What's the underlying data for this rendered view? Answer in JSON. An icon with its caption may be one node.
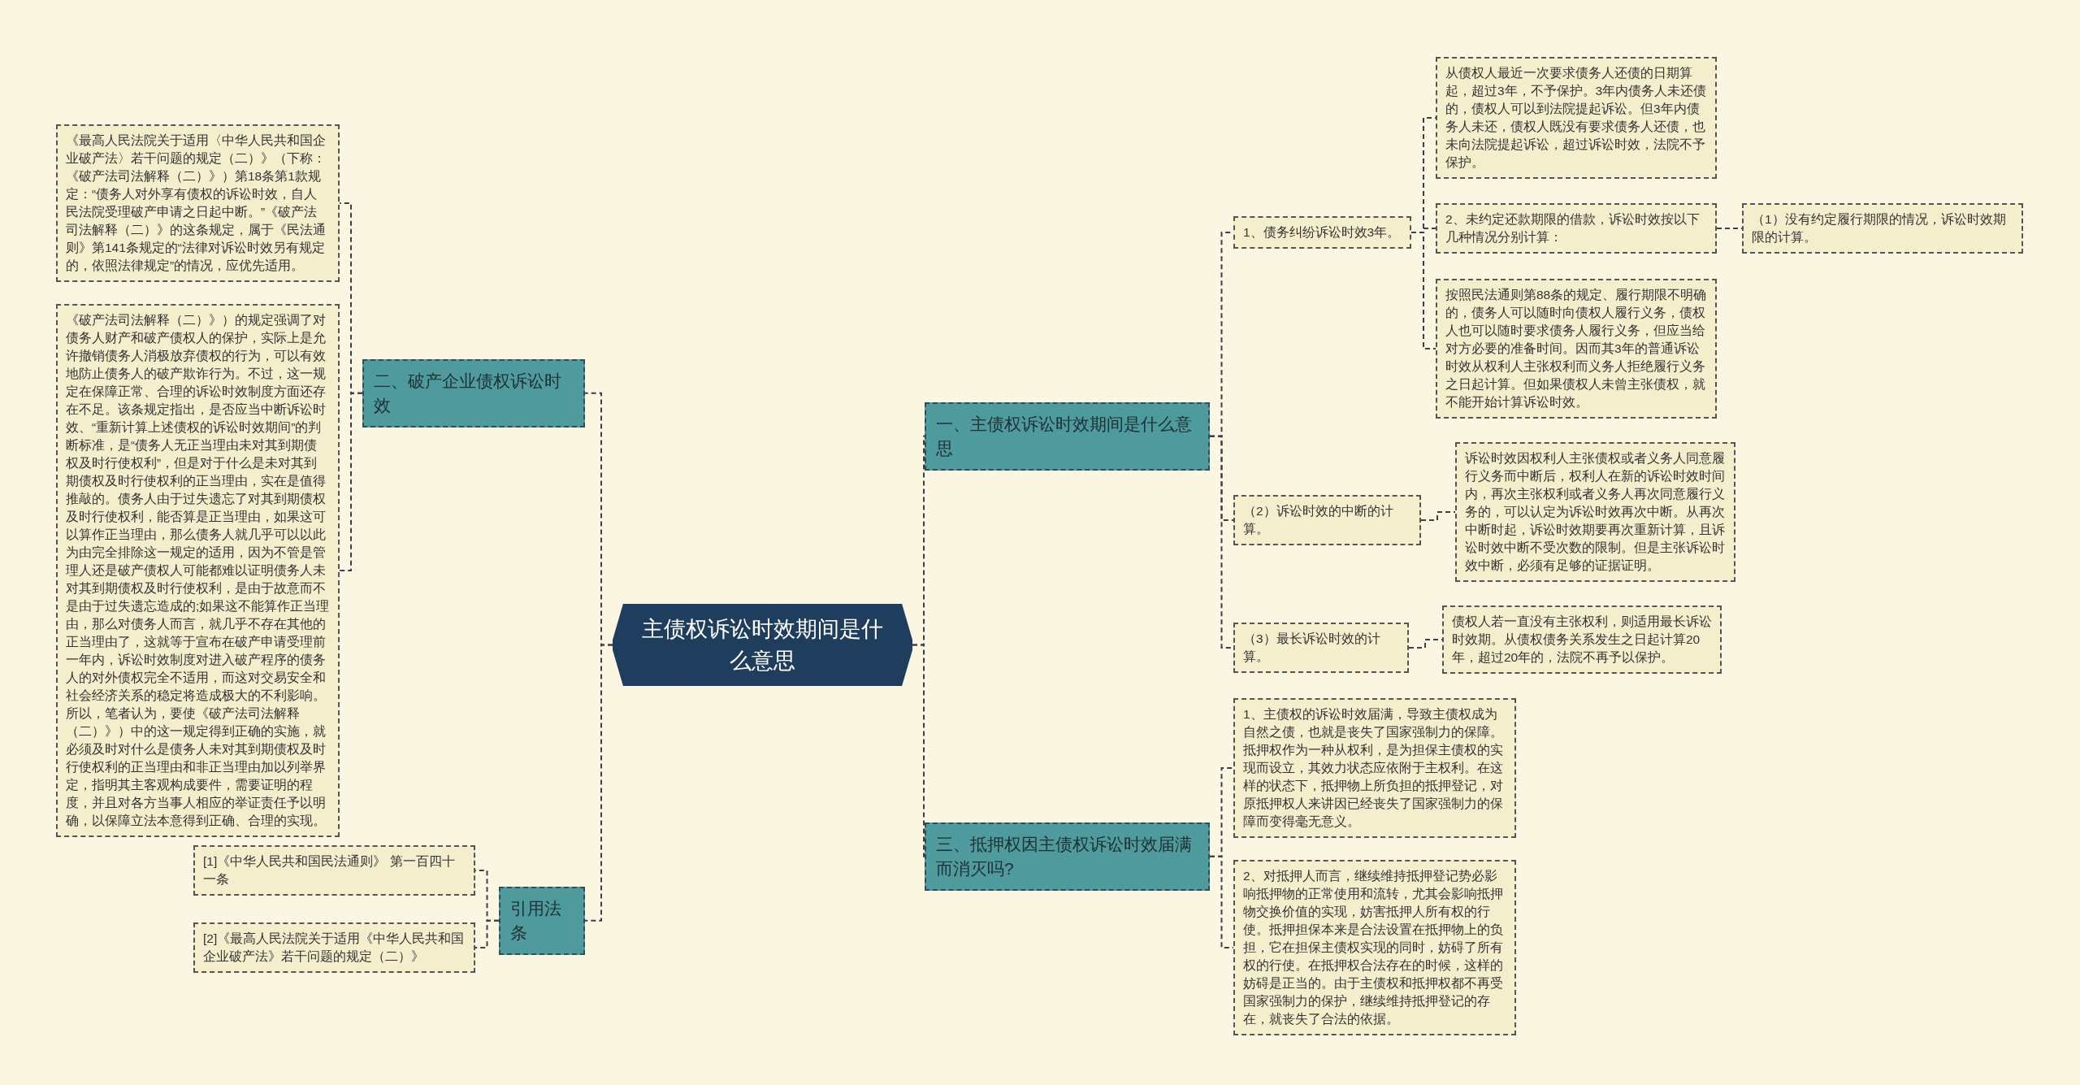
{
  "diagram": {
    "nodes": [
      {
        "text": [
          "主债权诉讼时效期间是什么意思"
        ]
      },
      {
        "text": [
          "一、主债权诉讼时效期间是什么意思"
        ]
      },
      {
        "text": [
          "1、债务纠纷诉讼时效3年。"
        ]
      },
      {
        "text": [
          "从债权人最近一次要求债务人还债的日期算起，超过3年，不予保护。3年内债务人未还债的，债权人可以到法院提起诉讼。但3年内债务人未还，债权人既没有要求债务人还债，也未向法院提起诉讼，超过诉讼时效，法院不予保护。"
        ]
      },
      {
        "text": [
          "2、未约定还款期限的借款，诉讼时效按以下几种情况分别计算："
        ]
      },
      {
        "text": [
          "（1）没有约定履行期限的情况，诉讼时效期限的计算。"
        ]
      },
      {
        "text": [
          "按照民法通则第88条的规定、履行期限不明确的，债务人可以随时向债权人履行义务，债权人也可以随时要求债务人履行义务，但应当给对方必要的准备时间。因而其3年的普通诉讼时效从权利人主张权利而义务人拒绝履行义务之日起计算。但如果债权人未曾主张债权，就不能开始计算诉讼时效。"
        ]
      },
      {
        "text": [
          "（2）诉讼时效的中断的计算。"
        ]
      },
      {
        "text": [
          "诉讼时效因权利人主张债权或者义务人同意履行义务而中断后，权利人在新的诉讼时效时间内，再次主张权利或者义务人再次同意履行义务的，可以认定为诉讼时效再次中断。从再次中断时起，诉讼时效期要再次重新计算，且诉讼时效中断不受次数的限制。但是主张诉讼时效中断，必须有足够的证据证明。"
        ]
      },
      {
        "text": [
          "（3）最长诉讼时效的计算。"
        ]
      },
      {
        "text": [
          "债权人若一直没有主张权利，则适用最长诉讼时效期。从债权债务关系发生之日起计算20年，超过20年的，法院不再予以保护。"
        ]
      },
      {
        "text": [
          "三、抵押权因主债权诉讼时效届满而消灭吗?"
        ]
      },
      {
        "text": [
          "1、主债权的诉讼时效届满，导致主债权成为自然之债，也就是丧失了国家强制力的保障。抵押权作为一种从权利，是为担保主债权的实现而设立，其效力状态应依附于主权利。在这样的状态下，抵押物上所负担的抵押登记，对原抵押权人来讲因已经丧失了国家强制力的保障而变得毫无意义。"
        ]
      },
      {
        "text": [
          "2、对抵押人而言，继续维持抵押登记势必影响抵押物的正常使用和流转，尤其会影响抵押物交换价值的实现，妨害抵押人所有权的行使。抵押担保本来是合法设置在抵押物上的负担，它在担保主债权实现的同时，妨碍了所有权的行使。在抵押权合法存在的时候，这样的妨碍是正当的。由于主债权和抵押权都不再受国家强制力的保护，继续维持抵押登记的存在，就丧失了合法的依据。"
        ]
      },
      {
        "text": [
          "二、破产企业债权诉讼时效"
        ]
      },
      {
        "text": [
          "《最高人民法院关于适用〈中华人民共和国企业破产法〉若干问题的规定（二）》（下称：《破产法司法解释（二）》）第18条第1款规定：“债务人对外享有债权的诉讼时效，自人民法院受理破产申请之日起中断。”《破产法司法解释（二）》的这条规定，属于《民法通则》第141条规定的“法律对诉讼时效另有规定的，依照法律规定”的情况，应优先适用。"
        ]
      },
      {
        "text": [
          "《破产法司法解释（二）》）的规定强调了对债务人财产和破产债权人的保护，实际上是允许撤销债务人消极放弃债权的行为，可以有效地防止债务人的破产欺诈行为。不过，这一规定在保障正常、合理的诉讼时效制度方面还存在不足。该条规定指出，是否应当中断诉讼时效、“重新计算上述债权的诉讼时效期间”的判断标准，是“债务人无正当理由未对其到期债权及时行使权利”，但是对于什么是未对其到期债权及时行使权利的正当理由，实在是值得推敲的。债务人由于过失遗忘了对其到期债权及时行使权利，能否算是正当理由，如果这可以算作正当理由，那么债务人就几乎可以以此为由完全排除这一规定的适用，因为不管是管理人还是破产债权人可能都难以证明债务人未对其到期债权及时行使权利，是由于故意而不是由于过失遗忘造成的;如果这不能算作正当理由，那么对债务人而言，就几乎不存在其他的正当理由了，这就等于宣布在破产申请受理前一年内，诉讼时效制度对进入破产程序的债务人的对外债权完全不适用，而这对交易安全和社会经济关系的稳定将造成极大的不利影响。所以，笔者认为，要使《破产法司法解释（二）》）中的这一规定得到正确的实施，就必须及时对什么是债务人未对其到期债权及时行使权利的正当理由和非正当理由加以列举界定，指明其主客观构成要件，需要证明的程度，并且对各方当事人相应的举证责任予以明确，以保障立法本意得到正确、合理的实现。"
        ]
      },
      {
        "text": [
          "引用法条"
        ]
      },
      {
        "text": [
          "[1]《中华人民共和国民法通则》 第一百四十一条"
        ]
      },
      {
        "text": [
          "[2]《最高人民法院关于适用《中华人民共和国企业破产法》若干问题的规定（二）》"
        ]
      }
    ],
    "edges": [
      {
        "from": 0,
        "to": 1,
        "arrow": "none"
      },
      {
        "from": 0,
        "to": 11,
        "arrow": "none"
      },
      {
        "from": 0,
        "to": 14,
        "arrow": "none"
      },
      {
        "from": 0,
        "to": 17,
        "arrow": "none"
      },
      {
        "from": 1,
        "to": 2,
        "arrow": "none"
      },
      {
        "from": 2,
        "to": 3,
        "arrow": "none"
      },
      {
        "from": 2,
        "to": 4,
        "arrow": "none"
      },
      {
        "from": 2,
        "to": 6,
        "arrow": "none"
      },
      {
        "from": 4,
        "to": 5,
        "arrow": "none"
      },
      {
        "from": 1,
        "to": 7,
        "arrow": "none"
      },
      {
        "from": 7,
        "to": 8,
        "arrow": "none"
      },
      {
        "from": 1,
        "to": 9,
        "arrow": "none"
      },
      {
        "from": 9,
        "to": 10,
        "arrow": "none"
      },
      {
        "from": 11,
        "to": 12,
        "arrow": "none"
      },
      {
        "from": 11,
        "to": 13,
        "arrow": "none"
      },
      {
        "from": 14,
        "to": 15,
        "arrow": "none"
      },
      {
        "from": 14,
        "to": 16,
        "arrow": "none"
      },
      {
        "from": 17,
        "to": 18,
        "arrow": "none"
      },
      {
        "from": 17,
        "to": 19,
        "arrow": "none"
      }
    ]
  }
}
